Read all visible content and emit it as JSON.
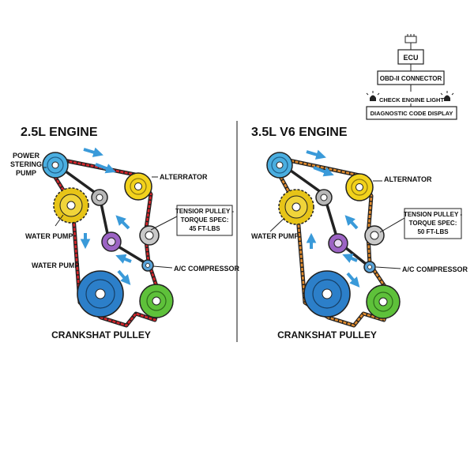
{
  "colors": {
    "belt_25": "#d6242a",
    "belt_35": "#e08a2c",
    "arrow": "#3a9ad9",
    "crank": "#2c7fc9",
    "ps_pump": "#4aaee0",
    "alternator": "#f2d21c",
    "water_pump": "#e7c417",
    "idler": "#b8b8b8",
    "tensioner_small": "#9c63c4",
    "ac": "#5aa3d8",
    "green_pulley": "#5ec13a"
  },
  "diagnostics": {
    "ecu": "ECU",
    "obd": "OBD-II CONNECTOR",
    "check_light": "CHECK ENGINE LIGHT",
    "code_display": "DIAGNOSTIC CODE DISPLAY"
  },
  "left": {
    "title": "2.5L ENGINE",
    "ps_line1": "POWER",
    "ps_line2": "STERING",
    "ps_line3": "PUMP",
    "alternator": "ALTERRATOR",
    "water_pump_1": "WATER PUMP",
    "water_pump_2": "WATER PUMP",
    "tension_line1": "TENSIOR PULLEY -",
    "tension_line2": "TORQUE SPEC:",
    "tension_line3": "45 FT-LBS",
    "ac": "A/C COMPRESSOR",
    "crank": "CRANKSHAT PULLEY"
  },
  "right": {
    "title": "3.5L V6 ENGINE",
    "alternator": "ALTERNATOR",
    "water_pump": "WATER PUMP",
    "tension_line1": "TENSION PULLEY -",
    "tension_line2": "TORQUE SPEC:",
    "tension_line3": "50 FT-LBS",
    "ac": "A/C COMPRESSOR",
    "crank": "CRANKSHAT PULLEY"
  }
}
